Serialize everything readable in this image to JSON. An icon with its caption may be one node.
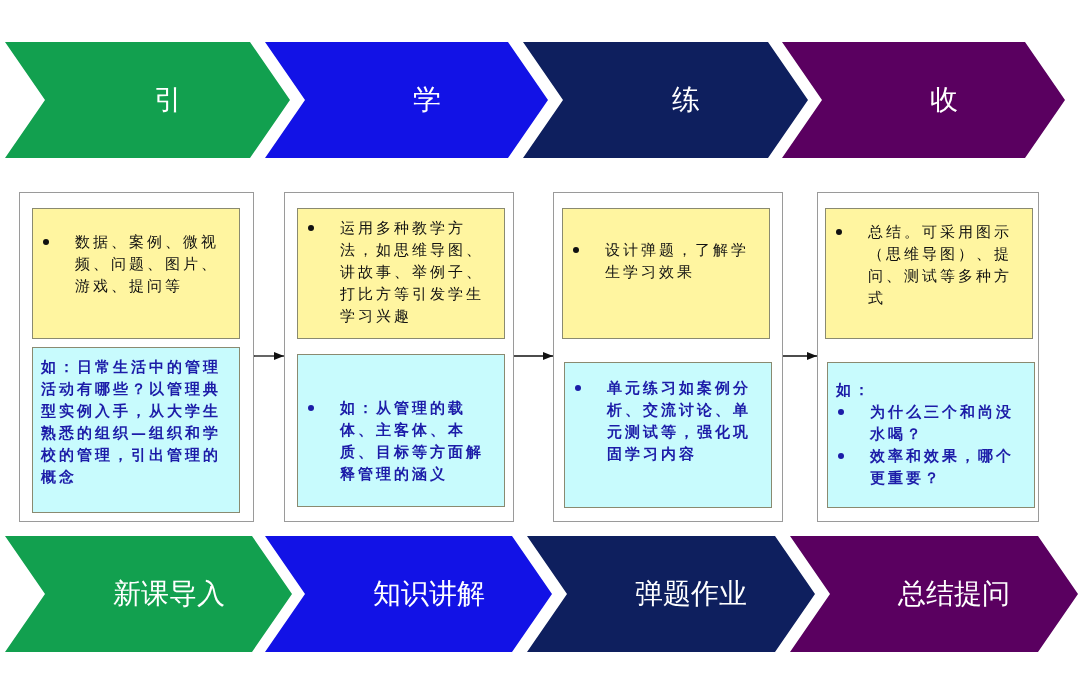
{
  "diagram": {
    "nodes": [
      {
        "text": [
          "引"
        ]
      },
      {
        "text": [
          "学"
        ]
      },
      {
        "text": [
          "练"
        ]
      },
      {
        "text": [
          "收"
        ]
      },
      {
        "text": [],
        "shape": "box"
      },
      {
        "text": [
          "数据、案例、微视频、问题、图片、游戏、提问等"
        ],
        "in": 4
      },
      {
        "text": [
          "如：日常生活中的管理活动有哪些？以管理典型实例入手，从大学生熟悉的组织—组织和学校的管理，引出管理的概念"
        ],
        "in": 4
      },
      {
        "text": [],
        "shape": "box"
      },
      {
        "text": [
          "运用多种教学方法，如思维导图、讲故事、举例子、打比方等引发学生学习兴趣"
        ],
        "in": 7
      },
      {
        "text": [
          "如：从管理的载体、主客体、本质、目标等方面解释管理的涵义"
        ],
        "in": 7
      },
      {
        "text": [],
        "shape": "box"
      },
      {
        "text": [
          "设计弹题，了解学生学习效果"
        ],
        "in": 10
      },
      {
        "text": [
          "单元练习如案例分析、交流讨论、单元测试等，强化巩固学习内容"
        ],
        "in": 10
      },
      {
        "text": [],
        "shape": "box"
      },
      {
        "text": [
          "总结。可采用图示（思维导图）、提问、测试等多种方式"
        ],
        "in": 13
      },
      {
        "text": [
          "如：",
          "为什么三个和尚没水喝？",
          "效率和效果，哪个更重要？"
        ],
        "in": 13
      },
      {
        "text": [
          "新课导入"
        ]
      },
      {
        "text": [
          "知识讲解"
        ]
      },
      {
        "text": [
          "弹题作业"
        ]
      },
      {
        "text": [
          "总结提问"
        ]
      }
    ],
    "edges": [
      {
        "from": 4,
        "to": 7,
        "arrow": "to"
      },
      {
        "from": 7,
        "to": 10,
        "arrow": "to"
      },
      {
        "from": 10,
        "to": 13,
        "arrow": "to"
      }
    ]
  }
}
